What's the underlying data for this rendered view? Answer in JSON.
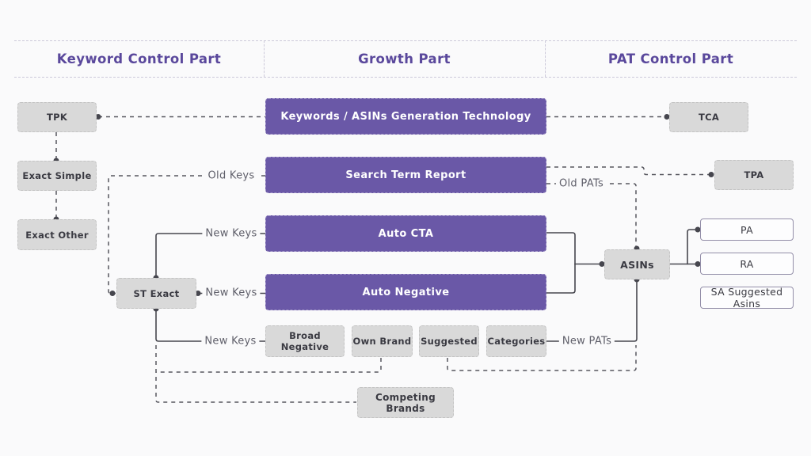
{
  "header": {
    "sections": [
      {
        "label": "Keyword Control Part"
      },
      {
        "label": "Growth Part"
      },
      {
        "label": "PAT Control Part"
      }
    ]
  },
  "nodes": {
    "tpk": "TPK",
    "exact_simple": "Exact Simple",
    "exact_other": "Exact Other",
    "st_exact": "ST Exact",
    "keywords_gen": "Keywords / ASINs Generation Technology",
    "search_term_report": "Search Term Report",
    "auto_cta": "Auto CTA",
    "auto_negative": "Auto Negative",
    "broad_negative": "Broad Negative",
    "own_brand": "Own Brand",
    "suggested": "Suggested",
    "categories": "Categories",
    "competing_brands": "Competing Brands",
    "asins": "ASINs",
    "tca": "TCA",
    "tpa": "TPA",
    "pa": "PA",
    "ra": "RA",
    "sa_suggested_asins": "SA Suggested Asins"
  },
  "edge_labels": {
    "old_keys": "Old Keys",
    "new_keys_top": "New Keys",
    "new_keys_mid": "New Keys",
    "new_keys_bottom": "New Keys",
    "old_pats": "Old PATs",
    "new_pats": "New PATs"
  },
  "colors": {
    "purple_box": "#6a58a7",
    "title_purple": "#5a489c",
    "gray_box": "#d9d9d9",
    "line_solid": "#46464e",
    "line_dashed": "#56565e",
    "label_text": "#5f5f6a",
    "background": "#fafafb"
  }
}
